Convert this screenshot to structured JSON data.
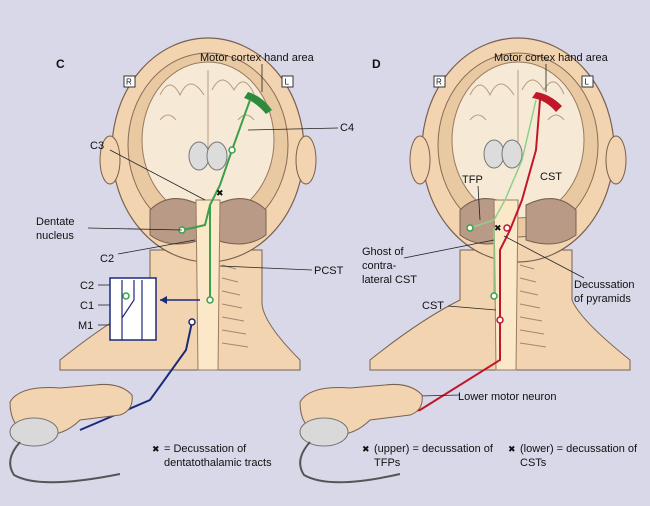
{
  "panel_c": {
    "letter": "C",
    "side_right": "R",
    "side_left": "L",
    "motor_cortex": "Motor cortex hand area",
    "c4": "C4",
    "c3": "C3",
    "dentate_1": "Dentate",
    "dentate_2": "nucleus",
    "c2": "C2",
    "pcst": "PCST",
    "inset_c2": "C2",
    "inset_c1": "C1",
    "inset_m1": "M1",
    "legend_1": "= Decussation of",
    "legend_2": "dentatothalamic tracts"
  },
  "panel_d": {
    "letter": "D",
    "side_right": "R",
    "side_left": "L",
    "motor_cortex": "Motor cortex hand area",
    "tfp": "TFP",
    "cst_upper": "CST",
    "ghost_1": "Ghost of",
    "ghost_2": "contra-",
    "ghost_3": "lateral CST",
    "decussation_1": "Decussation",
    "decussation_2": "of pyramids",
    "cst_lower": "CST",
    "lower_motor_neuron": "Lower motor neuron",
    "legend_upper_1": "(upper) = decussation of",
    "legend_upper_2": "TFPs",
    "legend_lower_1": "(lower) = decussation of",
    "legend_lower_2": "CSTs"
  },
  "colors": {
    "background": "#d8d8e8",
    "skin": "#f2d5b0",
    "skull": "#e8c9a2",
    "brain": "#f6ead6",
    "cerebellum": "#b89a86",
    "green_tract": "#3aa04a",
    "red_tract": "#c0182a",
    "blue_tract": "#1a2a7a",
    "mouse": "#d9d9d9"
  }
}
